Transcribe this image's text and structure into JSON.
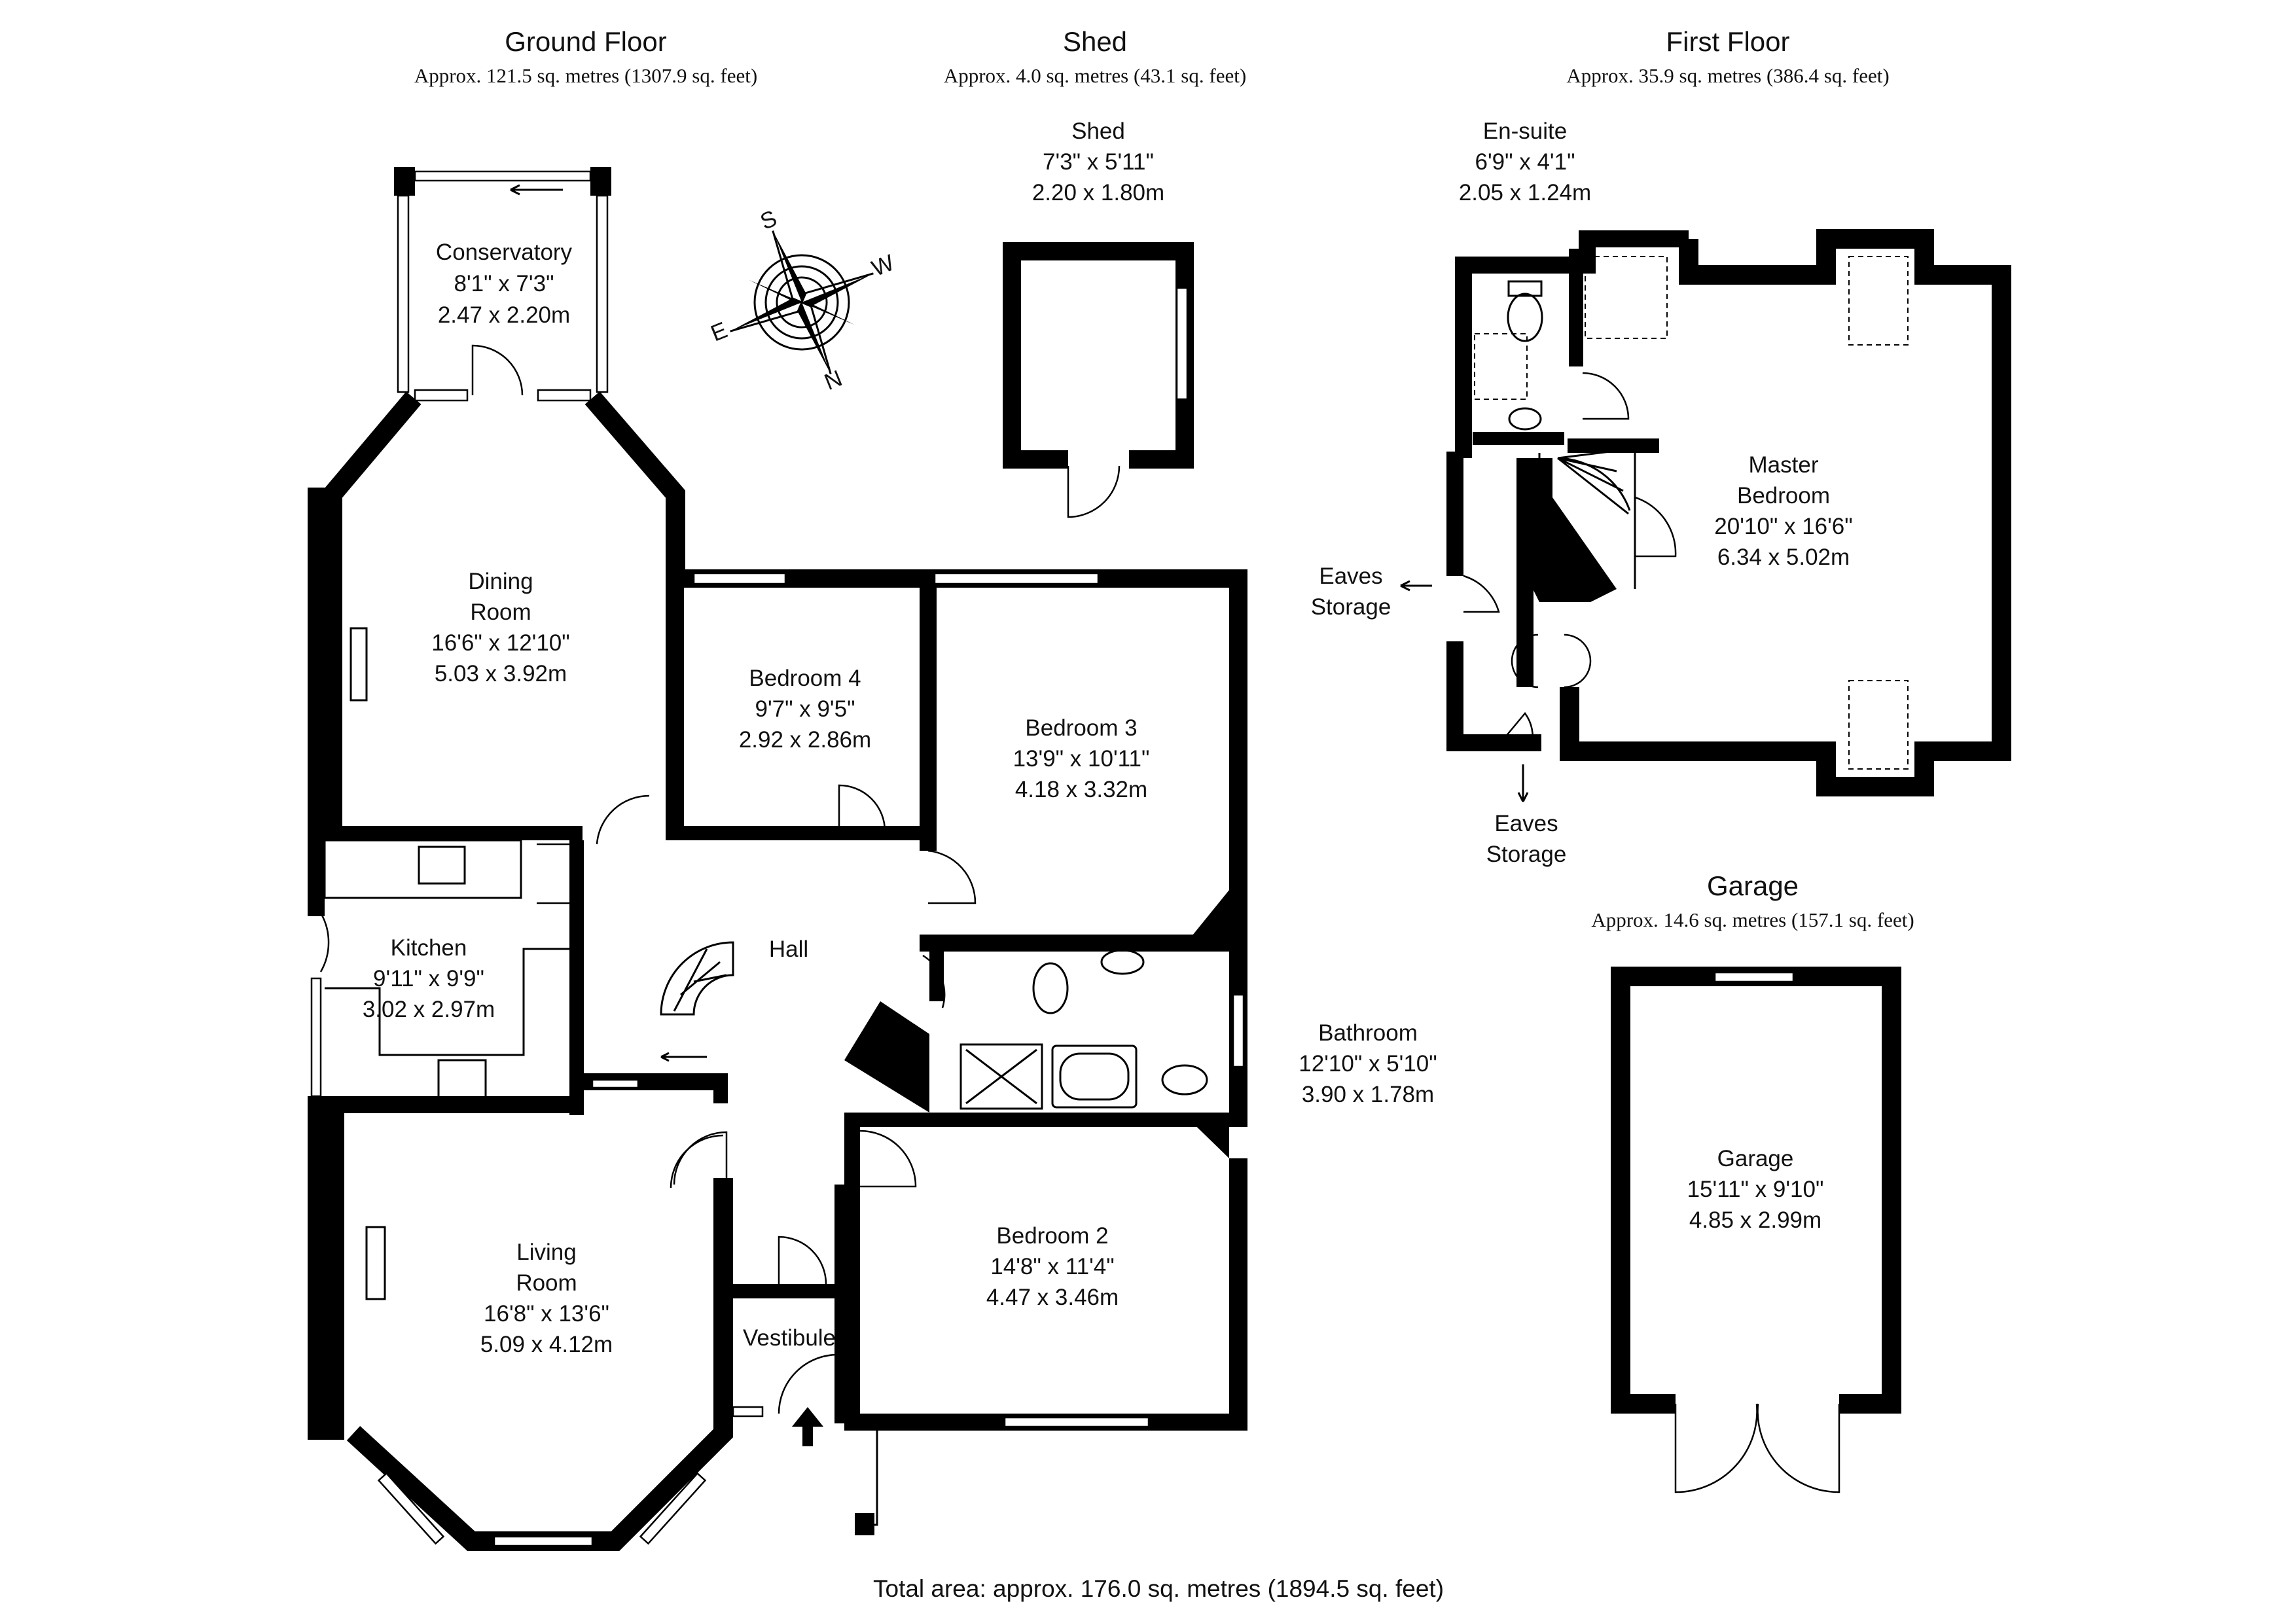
{
  "sections": {
    "ground": {
      "title": "Ground Floor",
      "area": "Approx. 121.5 sq. metres (1307.9 sq. feet)"
    },
    "shed": {
      "title": "Shed",
      "area": "Approx. 4.0 sq. metres (43.1 sq. feet)"
    },
    "first": {
      "title": "First Floor",
      "area": "Approx. 35.9 sq. metres (386.4 sq. feet)"
    },
    "garage": {
      "title": "Garage",
      "area": "Approx. 14.6 sq. metres (157.1 sq. feet)"
    }
  },
  "rooms": {
    "conservatory": {
      "name": "Conservatory",
      "imperial": "8'1\" x 7'3\"",
      "metric": "2.47 x 2.20m"
    },
    "dining": {
      "name1": "Dining",
      "name2": "Room",
      "imperial": "16'6\" x 12'10\"",
      "metric": "5.03 x 3.92m"
    },
    "bedroom4": {
      "name": "Bedroom 4",
      "imperial": "9'7\" x 9'5\"",
      "metric": "2.92 x 2.86m"
    },
    "bedroom3": {
      "name": "Bedroom 3",
      "imperial": "13'9\" x 10'11\"",
      "metric": "4.18 x 3.32m"
    },
    "kitchen": {
      "name": "Kitchen",
      "imperial": "9'11\" x 9'9\"",
      "metric": "3.02 x 2.97m"
    },
    "hall": {
      "name": "Hall"
    },
    "bathroom": {
      "name": "Bathroom",
      "imperial": "12'10\" x 5'10\"",
      "metric": "3.90 x 1.78m"
    },
    "living": {
      "name1": "Living",
      "name2": "Room",
      "imperial": "16'8\" x 13'6\"",
      "metric": "5.09 x 4.12m"
    },
    "vestibule": {
      "name": "Vestibule"
    },
    "bedroom2": {
      "name": "Bedroom 2",
      "imperial": "14'8\" x 11'4\"",
      "metric": "4.47 x 3.46m"
    },
    "shed": {
      "name": "Shed",
      "imperial": "7'3\" x 5'11\"",
      "metric": "2.20 x 1.80m"
    },
    "ensuite": {
      "name": "En-suite",
      "imperial": "6'9\" x 4'1\"",
      "metric": "2.05 x 1.24m"
    },
    "master": {
      "name1": "Master",
      "name2": "Bedroom",
      "imperial": "20'10\" x 16'6\"",
      "metric": "6.34 x 5.02m"
    },
    "eaves1": {
      "name1": "Eaves",
      "name2": "Storage"
    },
    "eaves2": {
      "name1": "Eaves",
      "name2": "Storage"
    },
    "garage": {
      "name": "Garage",
      "imperial": "15'11\" x 9'10\"",
      "metric": "4.85 x 2.99m"
    }
  },
  "compass": {
    "icon": "compass-rose-icon",
    "n": "N",
    "s": "S",
    "e": "E",
    "w": "W"
  },
  "total": "Total area: approx. 176.0 sq. metres (1894.5 sq. feet)",
  "colors": {
    "wall": "#000000",
    "background": "#ffffff"
  }
}
